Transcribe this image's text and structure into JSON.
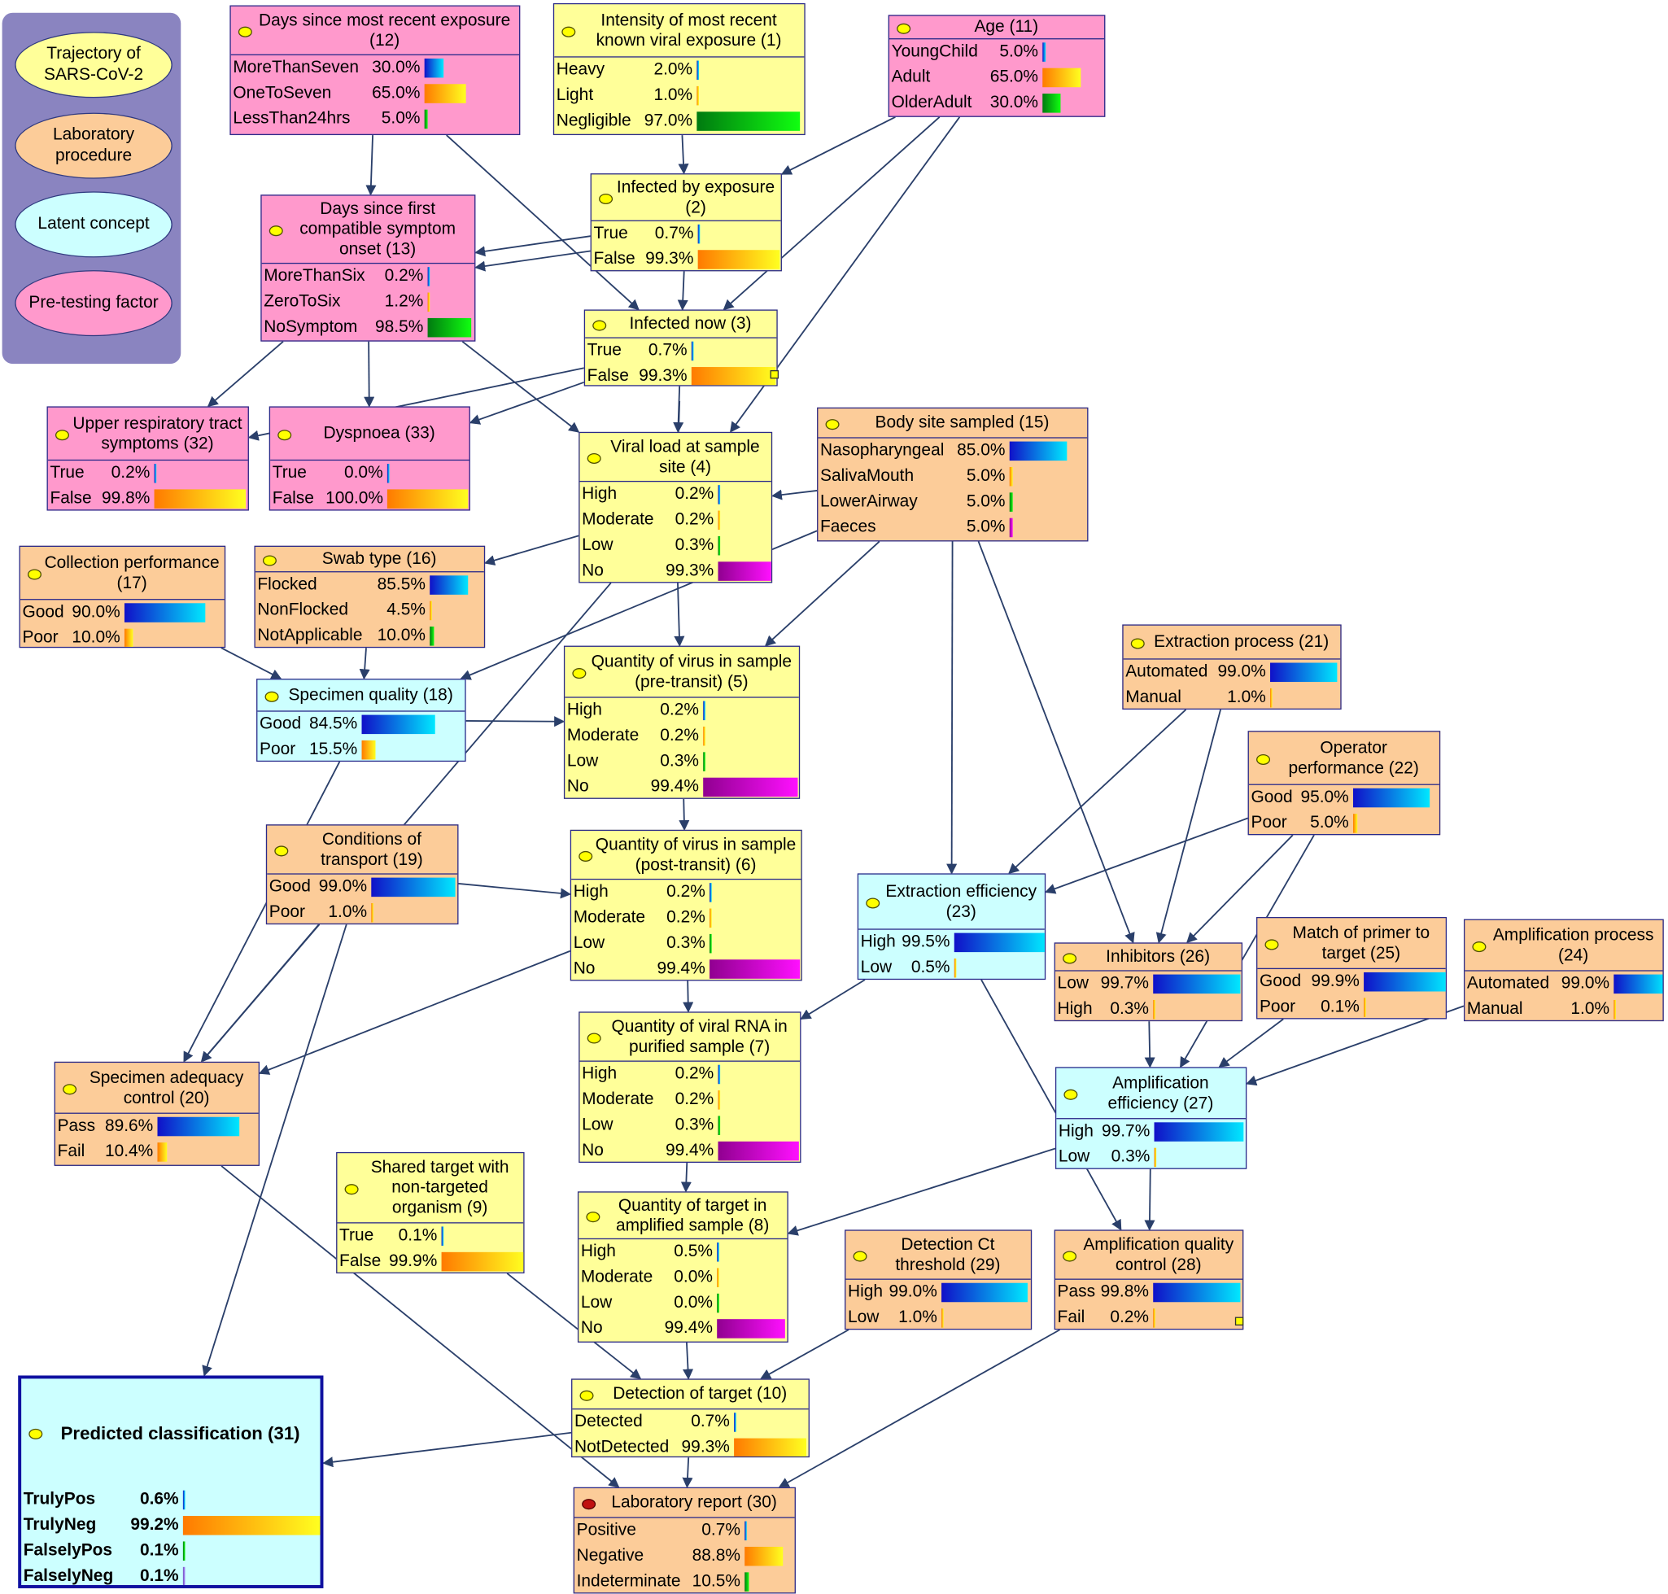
{
  "legend": {
    "items": [
      {
        "label": "Trajectory of SARS-CoV-2",
        "color": "#ffff99"
      },
      {
        "label": "Laboratory procedure",
        "color": "#fccc99"
      },
      {
        "label": "Latent concept",
        "color": "#ccffff"
      },
      {
        "label": "Pre-testing factor",
        "color": "#ff99cc"
      }
    ]
  },
  "colors": {
    "pink": "#ff99cc",
    "yellow": "#ffff99",
    "peach": "#fccc99",
    "cyan": "#ccffff",
    "border": "#2a2a8a",
    "edge": "#2a3f6a"
  },
  "nodes": [
    {
      "id": "n12",
      "title": "Days since most recent exposure (12)",
      "color": "pink",
      "states": [
        {
          "label": "MoreThanSeven",
          "pct": "30.0%",
          "value": 30.0,
          "bar": "blue"
        },
        {
          "label": "OneToSeven",
          "pct": "65.0%",
          "value": 65.0,
          "bar": "orange"
        },
        {
          "label": "LessThan24hrs",
          "pct": "5.0%",
          "value": 5.0,
          "bar": "green"
        }
      ]
    },
    {
      "id": "n1",
      "title": "Intensity of most recent known viral exposure (1)",
      "color": "yellow",
      "states": [
        {
          "label": "Heavy",
          "pct": "2.0%",
          "value": 2.0,
          "bar": "blue"
        },
        {
          "label": "Light",
          "pct": "1.0%",
          "value": 1.0,
          "bar": "orange"
        },
        {
          "label": "Negligible",
          "pct": "97.0%",
          "value": 97.0,
          "bar": "green"
        }
      ]
    },
    {
      "id": "n11",
      "title": "Age (11)",
      "color": "pink",
      "states": [
        {
          "label": "YoungChild",
          "pct": "5.0%",
          "value": 5.0,
          "bar": "blue"
        },
        {
          "label": "Adult",
          "pct": "65.0%",
          "value": 65.0,
          "bar": "orange"
        },
        {
          "label": "OlderAdult",
          "pct": "30.0%",
          "value": 30.0,
          "bar": "green"
        }
      ]
    },
    {
      "id": "n2",
      "title": "Infected by exposure (2)",
      "color": "yellow",
      "states": [
        {
          "label": "True",
          "pct": "0.7%",
          "value": 0.7,
          "bar": "blue"
        },
        {
          "label": "False",
          "pct": "99.3%",
          "value": 99.3,
          "bar": "orange"
        }
      ]
    },
    {
      "id": "n13",
      "title": "Days since first compatible symptom onset (13)",
      "color": "pink",
      "states": [
        {
          "label": "MoreThanSix",
          "pct": "0.2%",
          "value": 0.2,
          "bar": "blue"
        },
        {
          "label": "ZeroToSix",
          "pct": "1.2%",
          "value": 1.2,
          "bar": "orange"
        },
        {
          "label": "NoSymptom",
          "pct": "98.5%",
          "value": 98.5,
          "bar": "green"
        }
      ]
    },
    {
      "id": "n3",
      "title": "Infected now (3)",
      "color": "yellow",
      "states": [
        {
          "label": "True",
          "pct": "0.7%",
          "value": 0.7,
          "bar": "blue"
        },
        {
          "label": "False",
          "pct": "99.3%",
          "value": 99.3,
          "bar": "orange"
        }
      ]
    },
    {
      "id": "n32",
      "title": "Upper respiratory tract symptoms (32)",
      "color": "pink",
      "states": [
        {
          "label": "True",
          "pct": "0.2%",
          "value": 0.2,
          "bar": "blue"
        },
        {
          "label": "False",
          "pct": "99.8%",
          "value": 99.8,
          "bar": "orange"
        }
      ]
    },
    {
      "id": "n33",
      "title": "Dyspnoea (33)",
      "color": "pink",
      "states": [
        {
          "label": "True",
          "pct": "0.0%",
          "value": 0.0,
          "bar": "blue"
        },
        {
          "label": "False",
          "pct": "100.0%",
          "value": 100.0,
          "bar": "orange"
        }
      ]
    },
    {
      "id": "n4",
      "title": "Viral load at sample site (4)",
      "color": "yellow",
      "states": [
        {
          "label": "High",
          "pct": "0.2%",
          "value": 0.2,
          "bar": "blue"
        },
        {
          "label": "Moderate",
          "pct": "0.2%",
          "value": 0.2,
          "bar": "orange"
        },
        {
          "label": "Low",
          "pct": "0.3%",
          "value": 0.3,
          "bar": "green"
        },
        {
          "label": "No",
          "pct": "99.3%",
          "value": 99.3,
          "bar": "purple"
        }
      ]
    },
    {
      "id": "n15",
      "title": "Body site sampled (15)",
      "color": "peach",
      "states": [
        {
          "label": "Nasopharyngeal",
          "pct": "85.0%",
          "value": 85.0,
          "bar": "blue"
        },
        {
          "label": "SalivaMouth",
          "pct": "5.0%",
          "value": 5.0,
          "bar": "orange"
        },
        {
          "label": "LowerAirway",
          "pct": "5.0%",
          "value": 5.0,
          "bar": "green"
        },
        {
          "label": "Faeces",
          "pct": "5.0%",
          "value": 5.0,
          "bar": "purple"
        }
      ]
    },
    {
      "id": "n17",
      "title": "Collection performance (17)",
      "color": "peach",
      "states": [
        {
          "label": "Good",
          "pct": "90.0%",
          "value": 90.0,
          "bar": "blue"
        },
        {
          "label": "Poor",
          "pct": "10.0%",
          "value": 10.0,
          "bar": "orange"
        }
      ]
    },
    {
      "id": "n16",
      "title": "Swab type (16)",
      "color": "peach",
      "states": [
        {
          "label": "Flocked",
          "pct": "85.5%",
          "value": 85.5,
          "bar": "blue"
        },
        {
          "label": "NonFlocked",
          "pct": "4.5%",
          "value": 4.5,
          "bar": "orange"
        },
        {
          "label": "NotApplicable",
          "pct": "10.0%",
          "value": 10.0,
          "bar": "green"
        }
      ]
    },
    {
      "id": "n18",
      "title": "Specimen quality (18)",
      "color": "cyan",
      "states": [
        {
          "label": "Good",
          "pct": "84.5%",
          "value": 84.5,
          "bar": "blue"
        },
        {
          "label": "Poor",
          "pct": "15.5%",
          "value": 15.5,
          "bar": "orange"
        }
      ]
    },
    {
      "id": "n5",
      "title": "Quantity of virus in sample (pre-transit) (5)",
      "color": "yellow",
      "states": [
        {
          "label": "High",
          "pct": "0.2%",
          "value": 0.2,
          "bar": "blue"
        },
        {
          "label": "Moderate",
          "pct": "0.2%",
          "value": 0.2,
          "bar": "orange"
        },
        {
          "label": "Low",
          "pct": "0.3%",
          "value": 0.3,
          "bar": "green"
        },
        {
          "label": "No",
          "pct": "99.4%",
          "value": 99.4,
          "bar": "purple"
        }
      ]
    },
    {
      "id": "n21",
      "title": "Extraction process (21)",
      "color": "peach",
      "states": [
        {
          "label": "Automated",
          "pct": "99.0%",
          "value": 99.0,
          "bar": "blue"
        },
        {
          "label": "Manual",
          "pct": "1.0%",
          "value": 1.0,
          "bar": "orange"
        }
      ]
    },
    {
      "id": "n22",
      "title": "Operator performance (22)",
      "color": "peach",
      "states": [
        {
          "label": "Good",
          "pct": "95.0%",
          "value": 95.0,
          "bar": "blue"
        },
        {
          "label": "Poor",
          "pct": "5.0%",
          "value": 5.0,
          "bar": "orange"
        }
      ]
    },
    {
      "id": "n19",
      "title": "Conditions of transport (19)",
      "color": "peach",
      "states": [
        {
          "label": "Good",
          "pct": "99.0%",
          "value": 99.0,
          "bar": "blue"
        },
        {
          "label": "Poor",
          "pct": "1.0%",
          "value": 1.0,
          "bar": "orange"
        }
      ]
    },
    {
      "id": "n6",
      "title": "Quantity of virus in sample (post-transit) (6)",
      "color": "yellow",
      "states": [
        {
          "label": "High",
          "pct": "0.2%",
          "value": 0.2,
          "bar": "blue"
        },
        {
          "label": "Moderate",
          "pct": "0.2%",
          "value": 0.2,
          "bar": "orange"
        },
        {
          "label": "Low",
          "pct": "0.3%",
          "value": 0.3,
          "bar": "green"
        },
        {
          "label": "No",
          "pct": "99.4%",
          "value": 99.4,
          "bar": "purple"
        }
      ]
    },
    {
      "id": "n23",
      "title": "Extraction efficiency (23)",
      "color": "cyan",
      "states": [
        {
          "label": "High",
          "pct": "99.5%",
          "value": 99.5,
          "bar": "blue"
        },
        {
          "label": "Low",
          "pct": "0.5%",
          "value": 0.5,
          "bar": "orange"
        }
      ]
    },
    {
      "id": "n26",
      "title": "Inhibitors (26)",
      "color": "peach",
      "states": [
        {
          "label": "Low",
          "pct": "99.7%",
          "value": 99.7,
          "bar": "blue"
        },
        {
          "label": "High",
          "pct": "0.3%",
          "value": 0.3,
          "bar": "orange"
        }
      ]
    },
    {
      "id": "n25",
      "title": "Match of primer to target (25)",
      "color": "peach",
      "states": [
        {
          "label": "Good",
          "pct": "99.9%",
          "value": 99.9,
          "bar": "blue"
        },
        {
          "label": "Poor",
          "pct": "0.1%",
          "value": 0.1,
          "bar": "orange"
        }
      ]
    },
    {
      "id": "n24",
      "title": "Amplification process (24)",
      "color": "peach",
      "states": [
        {
          "label": "Automated",
          "pct": "99.0%",
          "value": 99.0,
          "bar": "blue"
        },
        {
          "label": "Manual",
          "pct": "1.0%",
          "value": 1.0,
          "bar": "orange"
        }
      ]
    },
    {
      "id": "n20",
      "title": "Specimen adequacy control (20)",
      "color": "peach",
      "states": [
        {
          "label": "Pass",
          "pct": "89.6%",
          "value": 89.6,
          "bar": "blue"
        },
        {
          "label": "Fail",
          "pct": "10.4%",
          "value": 10.4,
          "bar": "orange"
        }
      ]
    },
    {
      "id": "n7",
      "title": "Quantity of viral RNA in purified sample (7)",
      "color": "yellow",
      "states": [
        {
          "label": "High",
          "pct": "0.2%",
          "value": 0.2,
          "bar": "blue"
        },
        {
          "label": "Moderate",
          "pct": "0.2%",
          "value": 0.2,
          "bar": "orange"
        },
        {
          "label": "Low",
          "pct": "0.3%",
          "value": 0.3,
          "bar": "green"
        },
        {
          "label": "No",
          "pct": "99.4%",
          "value": 99.4,
          "bar": "purple"
        }
      ]
    },
    {
      "id": "n27",
      "title": "Amplification efficiency (27)",
      "color": "cyan",
      "states": [
        {
          "label": "High",
          "pct": "99.7%",
          "value": 99.7,
          "bar": "blue"
        },
        {
          "label": "Low",
          "pct": "0.3%",
          "value": 0.3,
          "bar": "orange"
        }
      ]
    },
    {
      "id": "n9",
      "title": "Shared target with non-targeted organism (9)",
      "color": "yellow",
      "states": [
        {
          "label": "True",
          "pct": "0.1%",
          "value": 0.1,
          "bar": "blue"
        },
        {
          "label": "False",
          "pct": "99.9%",
          "value": 99.9,
          "bar": "orange"
        }
      ]
    },
    {
      "id": "n8",
      "title": "Quantity of target in amplified sample (8)",
      "color": "yellow",
      "states": [
        {
          "label": "High",
          "pct": "0.5%",
          "value": 0.5,
          "bar": "blue"
        },
        {
          "label": "Moderate",
          "pct": "0.0%",
          "value": 0.0,
          "bar": "orange"
        },
        {
          "label": "Low",
          "pct": "0.0%",
          "value": 0.0,
          "bar": "green"
        },
        {
          "label": "No",
          "pct": "99.4%",
          "value": 99.4,
          "bar": "purple"
        }
      ]
    },
    {
      "id": "n29",
      "title": "Detection Ct threshold (29)",
      "color": "peach",
      "states": [
        {
          "label": "High",
          "pct": "99.0%",
          "value": 99.0,
          "bar": "blue"
        },
        {
          "label": "Low",
          "pct": "1.0%",
          "value": 1.0,
          "bar": "orange"
        }
      ]
    },
    {
      "id": "n28",
      "title": "Amplification quality control (28)",
      "color": "peach",
      "states": [
        {
          "label": "Pass",
          "pct": "99.8%",
          "value": 99.8,
          "bar": "blue"
        },
        {
          "label": "Fail",
          "pct": "0.2%",
          "value": 0.2,
          "bar": "orange"
        }
      ]
    },
    {
      "id": "n10",
      "title": "Detection of target (10)",
      "color": "yellow",
      "states": [
        {
          "label": "Detected",
          "pct": "0.7%",
          "value": 0.7,
          "bar": "blue"
        },
        {
          "label": "NotDetected",
          "pct": "99.3%",
          "value": 99.3,
          "bar": "orange"
        }
      ]
    },
    {
      "id": "n31",
      "title": "Predicted classification (31)",
      "color": "cyan",
      "states": [
        {
          "label": "TrulyPos",
          "pct": "0.6%",
          "value": 0.6,
          "bar": "blue"
        },
        {
          "label": "TrulyNeg",
          "pct": "99.2%",
          "value": 99.2,
          "bar": "orange"
        },
        {
          "label": "FalselyPos",
          "pct": "0.1%",
          "value": 0.1,
          "bar": "green"
        },
        {
          "label": "FalselyNeg",
          "pct": "0.1%",
          "value": 0.1,
          "bar": "lav"
        }
      ]
    },
    {
      "id": "n30",
      "title": "Laboratory report (30)",
      "color": "peach",
      "states": [
        {
          "label": "Positive",
          "pct": "0.7%",
          "value": 0.7,
          "bar": "blue"
        },
        {
          "label": "Negative",
          "pct": "88.8%",
          "value": 88.8,
          "bar": "orange"
        },
        {
          "label": "Indeterminate",
          "pct": "10.5%",
          "value": 10.5,
          "bar": "green"
        }
      ]
    }
  ],
  "edges": [
    [
      "n12",
      "n13"
    ],
    [
      "n12",
      "n3"
    ],
    [
      "n1",
      "n2"
    ],
    [
      "n11",
      "n2"
    ],
    [
      "n11",
      "n3"
    ],
    [
      "n11",
      "n4"
    ],
    [
      "n2",
      "n13"
    ],
    [
      "n2",
      "n3"
    ],
    [
      "n2",
      "n13"
    ],
    [
      "n13",
      "n32"
    ],
    [
      "n13",
      "n33"
    ],
    [
      "n13",
      "n4"
    ],
    [
      "n3",
      "n32"
    ],
    [
      "n3",
      "n33"
    ],
    [
      "n3",
      "n4"
    ],
    [
      "n3",
      "n4"
    ],
    [
      "n15",
      "n4"
    ],
    [
      "n15",
      "n5"
    ],
    [
      "n15",
      "n23"
    ],
    [
      "n15",
      "n26"
    ],
    [
      "n15",
      "n18"
    ],
    [
      "n4",
      "n16"
    ],
    [
      "n4",
      "n5"
    ],
    [
      "n4",
      "n20"
    ],
    [
      "n17",
      "n18"
    ],
    [
      "n16",
      "n18"
    ],
    [
      "n18",
      "n5"
    ],
    [
      "n18",
      "n20"
    ],
    [
      "n5",
      "n6"
    ],
    [
      "n19",
      "n6"
    ],
    [
      "n19",
      "n20"
    ],
    [
      "n19",
      "n31"
    ],
    [
      "n6",
      "n7"
    ],
    [
      "n6",
      "n20"
    ],
    [
      "n23",
      "n7"
    ],
    [
      "n23",
      "n28"
    ],
    [
      "n21",
      "n23"
    ],
    [
      "n21",
      "n26"
    ],
    [
      "n22",
      "n23"
    ],
    [
      "n22",
      "n26"
    ],
    [
      "n22",
      "n27"
    ],
    [
      "n26",
      "n27"
    ],
    [
      "n25",
      "n27"
    ],
    [
      "n24",
      "n27"
    ],
    [
      "n7",
      "n8"
    ],
    [
      "n27",
      "n8"
    ],
    [
      "n27",
      "n28"
    ],
    [
      "n9",
      "n10"
    ],
    [
      "n8",
      "n10"
    ],
    [
      "n29",
      "n10"
    ],
    [
      "n10",
      "n31"
    ],
    [
      "n10",
      "n30"
    ],
    [
      "n20",
      "n30"
    ],
    [
      "n28",
      "n30"
    ]
  ]
}
